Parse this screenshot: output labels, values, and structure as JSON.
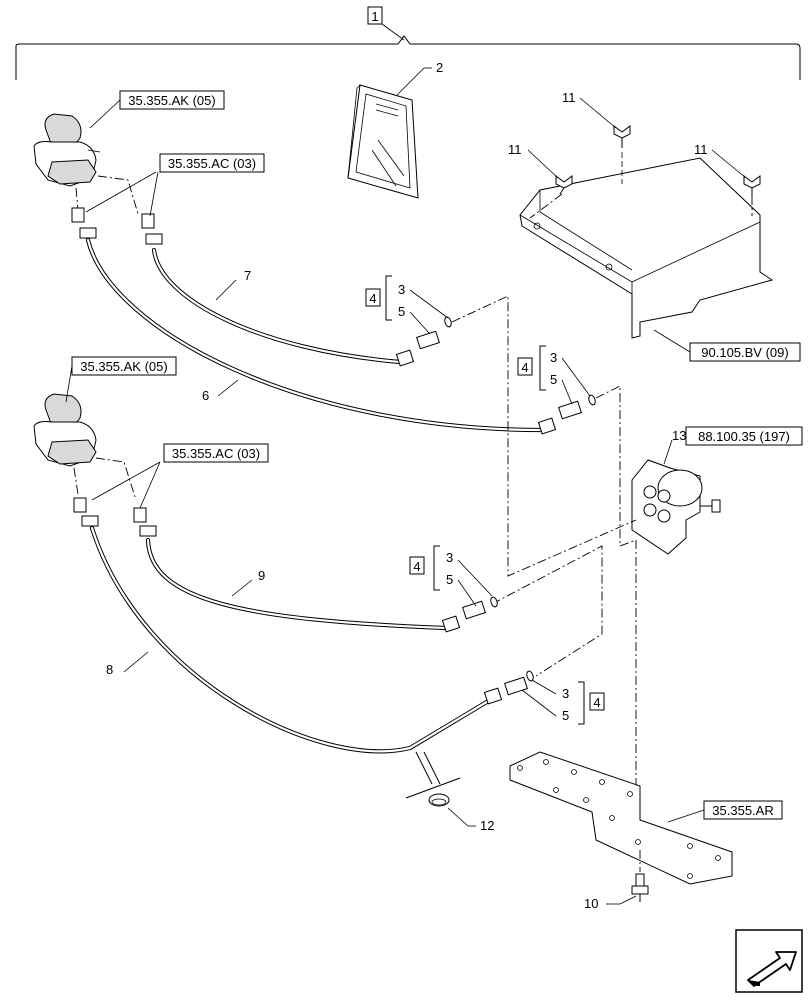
{
  "assembly_ref": "1",
  "callouts": {
    "c2": "2",
    "c3": "3",
    "c5": "5",
    "c6": "6",
    "c7": "7",
    "c8": "8",
    "c9": "9",
    "c10": "10",
    "c11": "11",
    "c12": "12",
    "c13": "13"
  },
  "kit_ref": "4",
  "references": {
    "joystick": "35.355.AK (05)",
    "connector": "35.355.AC (03)",
    "bracket_box": "90.105.BV (09)",
    "control_valve": "88.100.35 (197)",
    "mounting_plate": "35.355.AR"
  },
  "icons": {
    "next_page": "arrow-navigation-icon"
  }
}
